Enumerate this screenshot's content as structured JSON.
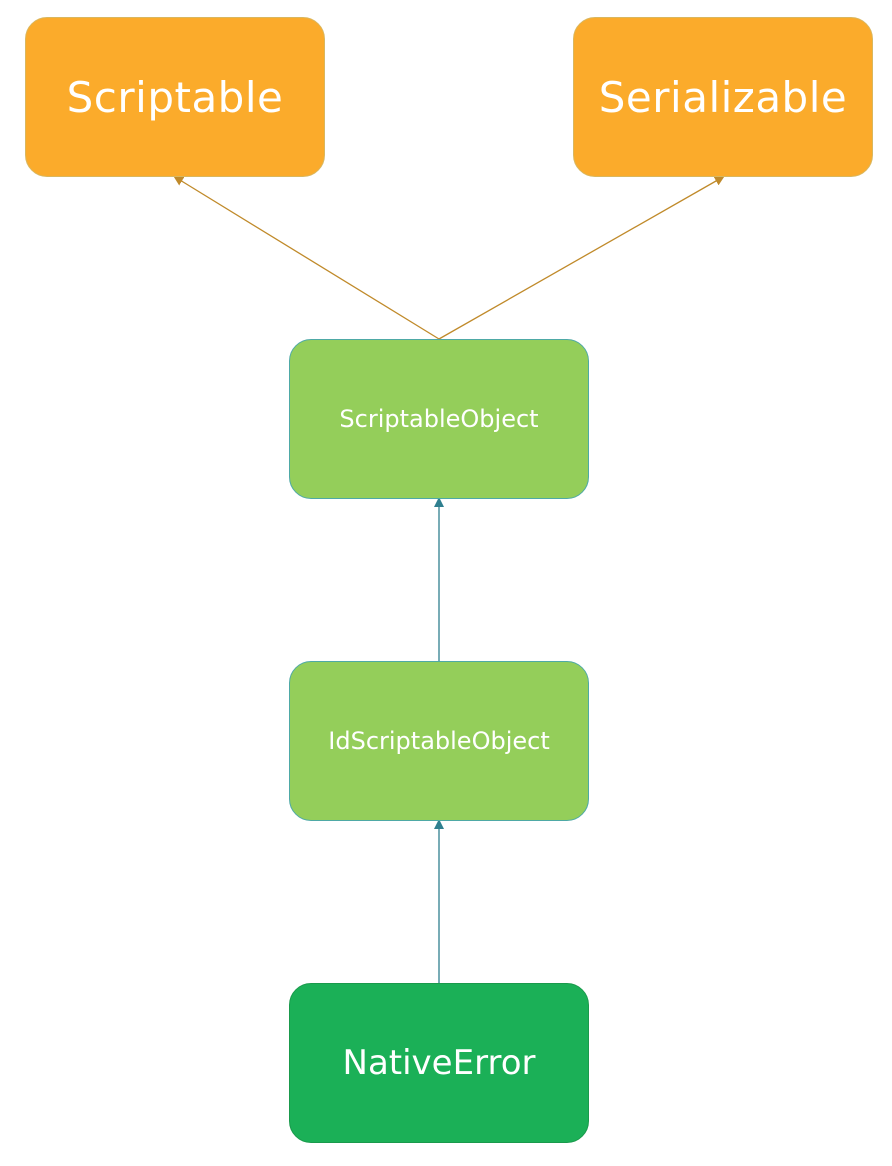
{
  "diagram": {
    "nodes": {
      "scriptable": {
        "label": "Scriptable",
        "kind": "interface",
        "color": "#fbab2b"
      },
      "serializable": {
        "label": "Serializable",
        "kind": "interface",
        "color": "#fbab2b"
      },
      "scriptable_object": {
        "label": "ScriptableObject",
        "kind": "class",
        "color": "#94ce5a"
      },
      "id_scriptable_object": {
        "label": "IdScriptableObject",
        "kind": "class",
        "color": "#94ce5a"
      },
      "native_error": {
        "label": "NativeError",
        "kind": "class",
        "color": "#1bb057"
      }
    },
    "edges": [
      {
        "from": "scriptable_object",
        "to": "scriptable",
        "color": "#c08a2a"
      },
      {
        "from": "scriptable_object",
        "to": "serializable",
        "color": "#c08a2a"
      },
      {
        "from": "id_scriptable_object",
        "to": "scriptable_object",
        "color": "#2f7f8f"
      },
      {
        "from": "native_error",
        "to": "id_scriptable_object",
        "color": "#2f7f8f"
      }
    ]
  }
}
